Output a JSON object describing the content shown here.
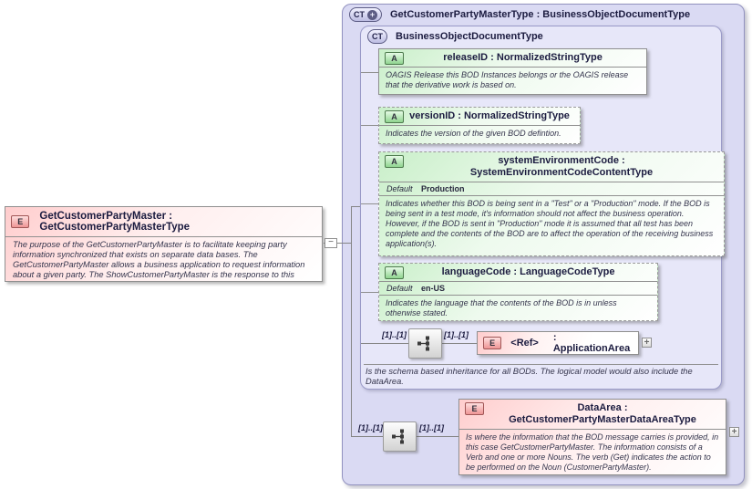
{
  "root_element": {
    "badge": "E",
    "title": "GetCustomerPartyMaster : GetCustomerPartyMasterType",
    "description": "The purpose of the GetCustomerPartyMaster is to facilitate keeping party information synchronized that exists on separate data bases.  The GetCustomerPartyMaster allows a business application to request information about a given party. The ShowCustomerPartyMaster is the response to this request providing the specific information requested.",
    "collapse_label": "−"
  },
  "outer_type": {
    "badge": "CT",
    "badge_plus": "+",
    "title": "GetCustomerPartyMasterType : BusinessObjectDocumentType"
  },
  "base_type": {
    "badge": "CT",
    "title": "BusinessObjectDocumentType",
    "footnote": "Is the schema based inheritance for all BODs. The logical model would also include the DataArea."
  },
  "attributes": [
    {
      "badge": "A",
      "title": "releaseID : NormalizedStringType",
      "description": "OAGIS Release this BOD Instances belongs or the OAGIS release that the derivative work is based on."
    },
    {
      "badge": "A",
      "title": "versionID : NormalizedStringType",
      "description": "Indicates the version of the given BOD defintion."
    },
    {
      "badge": "A",
      "title": "systemEnvironmentCode : SystemEnvironmentCodeContentType",
      "default_label": "Default",
      "default_value": "Production",
      "description": "Indicates whether this BOD is being sent in a \"Test\" or a \"Production\" mode. If the BOD is being sent in a test mode, it's information should not affect the business operation. However, if the BOD is sent in \"Production\" mode it is assumed that all test has been complete and the contents of the BOD are to affect the operation of the receiving business application(s)."
    },
    {
      "badge": "A",
      "title": "languageCode : LanguageCodeType",
      "default_label": "Default",
      "default_value": "en-US",
      "description": "Indicates the language that the contents of the BOD is in unless otherwise stated."
    }
  ],
  "application_area": {
    "badge": "E",
    "name": "<Ref>",
    "type": ": ApplicationArea",
    "cardinality_left": "[1]..[1]",
    "cardinality_right": "[1]..[1]",
    "expand_label": "+"
  },
  "data_area": {
    "badge": "E",
    "title": "DataArea : GetCustomerPartyMasterDataAreaType",
    "description": "Is where the information that the BOD message carries is provided, in this case GetCustomerPartyMaster. The information consists of a Verb and one or more Nouns. The verb (Get) indicates the action to be performed on the Noun (CustomerPartyMaster).",
    "cardinality_left": "[1]..[1]",
    "cardinality_right": "[1]..[1]",
    "expand_label": "+"
  },
  "colors": {
    "container_fill": "#dadaf3",
    "inner_container_fill": "#e7e7f9",
    "element_fill": "#ffcdcd",
    "attribute_fill": "#c9efc9",
    "connector": "#858585"
  }
}
